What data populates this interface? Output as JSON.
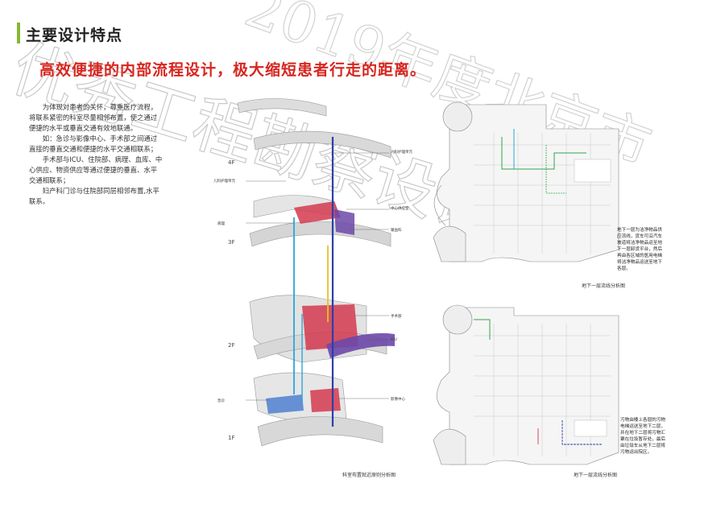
{
  "header": {
    "section_title": "主要设计特点",
    "headline": "高效便捷的内部流程设计，极大缩短患者行走的距离。"
  },
  "body": {
    "paragraphs": [
      "为体现对患者的关怀，尊重医疗流程，",
      "将联系紧密的科室尽量相邻布置，使之通过",
      "便捷的水平或垂直交通有效地联通。",
      "如：急诊与影像中心、手术部之间通过",
      "直接的垂直交通和便捷的水平交通相联系；",
      "手术部与ICU、住院部、病理、血库、中",
      "心供应、物资供应等通过便捷的垂直、水平",
      "交通相联系；",
      "妇产科门诊与住院部同层相邻布置,水平",
      "联系。"
    ]
  },
  "axonometric": {
    "floor_labels": [
      "4F",
      "3F",
      "2F",
      "1F"
    ],
    "labels": {
      "l1": "儿科护理单元",
      "l2": "儿科护理单元",
      "l3": "中心供应室",
      "l4": "病理",
      "l5": "输血科",
      "l6": "手术部",
      "l7": "ICU",
      "l8": "急诊",
      "l9": "影像中心"
    },
    "caption": "科室布置就近原则分析图"
  },
  "plan_top": {
    "caption": "地下一层流线分析图",
    "note": "地下一层为洁净物品供应流线，货车可沿汽车坡道将洁净物品运至地下一层卸货平台，然后再由各区域的医用电梯将洁净物品运送至地下各层。"
  },
  "plan_bottom": {
    "caption": "地下一层流线分析图",
    "note": "污物由楼上各层的污物电梯运送至地下二层，并在地下二层将污物汇聚在垃圾暂存处，最后由垃圾车从地下二层将污物运出院区。"
  },
  "watermark": {
    "text": "优秀工程勘察设计奖",
    "year": "2019年度北京市"
  },
  "colors": {
    "accent_green": "#86b830",
    "headline_red": "#d7261f",
    "flow_blue": "#2b3fa8",
    "flow_cyan": "#2aa6d8",
    "flow_yellow": "#e6c21f",
    "zone_red": "#d43a4f",
    "zone_purple": "#6d48a8",
    "zone_blue": "#4f7fd0"
  }
}
